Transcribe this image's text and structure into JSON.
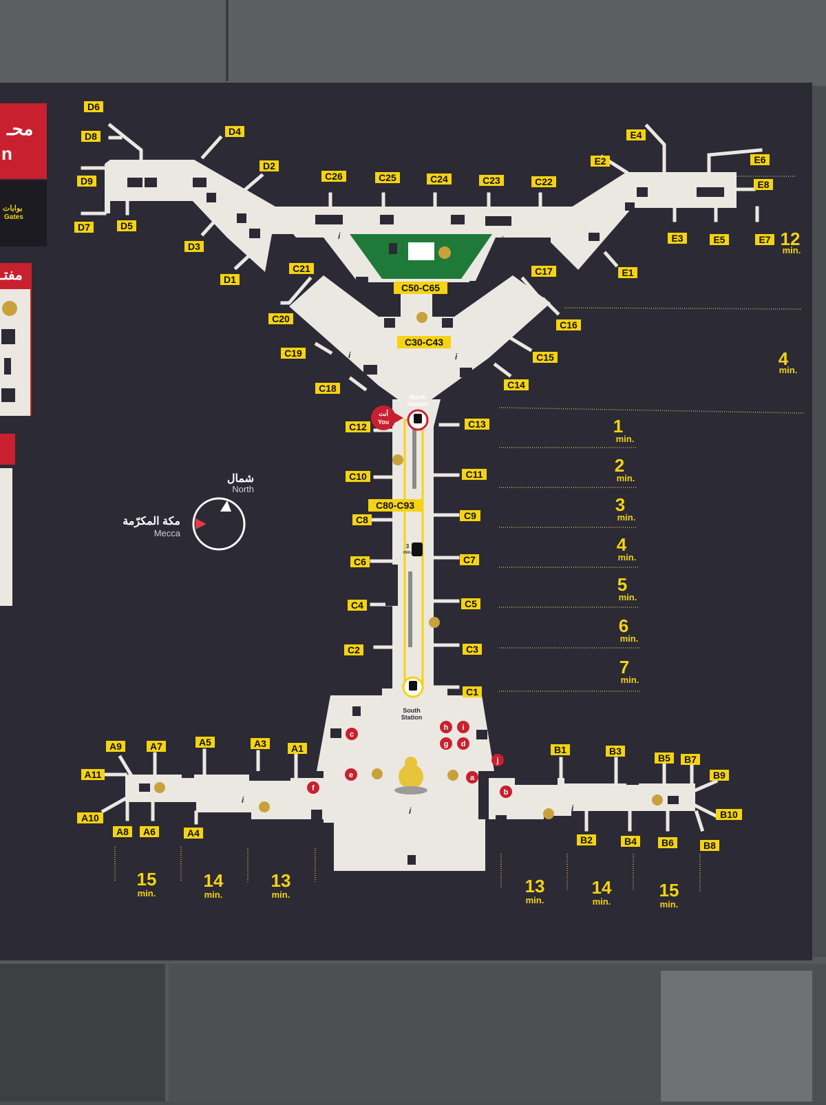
{
  "sidebar": {
    "panel1_lines": [
      "محـ",
      "n"
    ],
    "panel1_gates_ar": "بوابات",
    "panel1_gates_en": "Gates",
    "panel2_line": "مفتـ"
  },
  "gates": {
    "D6": "D6",
    "D8": "D8",
    "D4": "D4",
    "D2": "D2",
    "D9": "D9",
    "D7": "D7",
    "D5": "D5",
    "D3": "D3",
    "D1": "D1",
    "C26": "C26",
    "C25": "C25",
    "C24": "C24",
    "C23": "C23",
    "C22": "C22",
    "C21": "C21",
    "C20": "C20",
    "C19": "C19",
    "C18": "C18",
    "C17": "C17",
    "C16": "C16",
    "C15": "C15",
    "C14": "C14",
    "C13": "C13",
    "C12": "C12",
    "C11": "C11",
    "C10": "C10",
    "C9": "C9",
    "C8": "C8",
    "C7": "C7",
    "C6": "C6",
    "C5": "C5",
    "C4": "C4",
    "C3": "C3",
    "C2": "C2",
    "C1": "C1",
    "E4": "E4",
    "E2": "E2",
    "E6": "E6",
    "E8": "E8",
    "E3": "E3",
    "E5": "E5",
    "E7": "E7",
    "E1": "E1",
    "A9": "A9",
    "A7": "A7",
    "A5": "A5",
    "A3": "A3",
    "A1": "A1",
    "A11": "A11",
    "A10": "A10",
    "A8": "A8",
    "A6": "A6",
    "A4": "A4",
    "B1": "B1",
    "B3": "B3",
    "B5": "B5",
    "B7": "B7",
    "B9": "B9",
    "B10": "B10",
    "B2": "B2",
    "B4": "B4",
    "B6": "B6",
    "B8": "B8",
    "C50C65": "C50-C65",
    "C30C43": "C30-C43",
    "C80C93": "C80-C93"
  },
  "stations": {
    "north_1": "North",
    "north_2": "Station",
    "south_1": "South",
    "south_2": "Station",
    "train_minutes": "3",
    "train_min_unit": "min."
  },
  "you_are_here": {
    "ar": "أنت",
    "en": "You"
  },
  "compass": {
    "north_ar": "شمال",
    "north_en": "North",
    "mecca_ar": "مكة المكرّمة",
    "mecca_en": "Mecca"
  },
  "walk_times": {
    "unit": "min.",
    "E": "12",
    "C_upper": "4",
    "c1": "1",
    "c2": "2",
    "c3": "3",
    "c4": "4",
    "c5": "5",
    "c6": "6",
    "c7": "7",
    "A_left": "15",
    "A_mid": "14",
    "A_right": "13",
    "B_left": "13",
    "B_mid": "14",
    "B_right": "15"
  },
  "points": {
    "a": "a",
    "b": "b",
    "c": "c",
    "d": "d",
    "e": "e",
    "f": "f",
    "g": "g",
    "h": "h",
    "i": "i",
    "j": "j"
  },
  "info_symbol": "i",
  "colors": {
    "board": "#2b2a35",
    "floor": "#ebe8e2",
    "gate_label": "#f5d312",
    "accent_red": "#c8202f",
    "lounge_green": "#1f7a3a"
  }
}
